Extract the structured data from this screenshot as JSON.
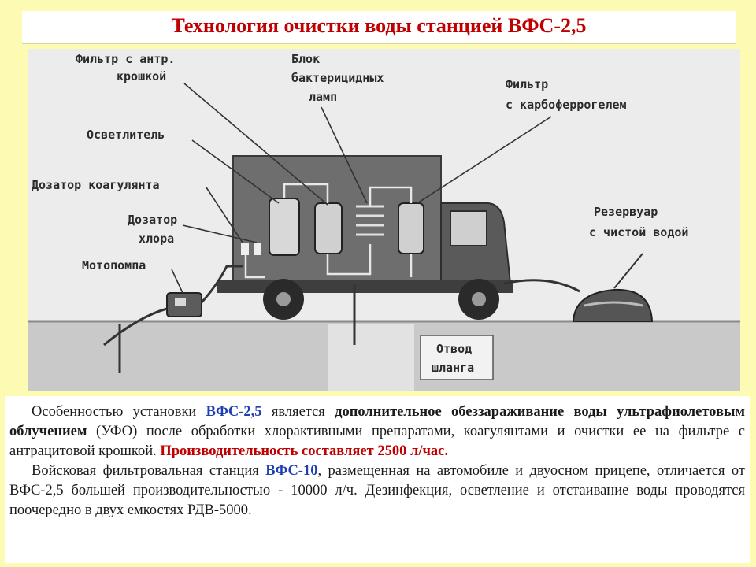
{
  "title": "Технология очистки воды станцией ВФС-2,5",
  "diagram": {
    "labels": {
      "filter_anthracite_1": "Фильтр с антр.",
      "filter_anthracite_2": "крошкой",
      "bactericidal_1": "Блок",
      "bactericidal_2": "бактерицидных",
      "bactericidal_3": "ламп",
      "carboferrogel_1": "Фильтр",
      "carboferrogel_2": "с карбоферрогелем",
      "clarifier": "Осветлитель",
      "coagulant_doser": "Дозатор коагулянта",
      "chlorine_doser_1": "Дозатор",
      "chlorine_doser_2": "хлора",
      "motor_pump": "Мотопомпа",
      "reservoir_1": "Резервуар",
      "reservoir_2": "с чистой водой",
      "hose_outlet_1": "Отвод",
      "hose_outlet_2": "шланга"
    }
  },
  "paragraph1": {
    "t1": "Особенностью установки ",
    "t2": "ВФС-2,5",
    "t3": " является ",
    "t4": "дополнительное обеззараживание воды ультрафиолетовым облучением",
    "t5": " (УФО) после обработки хлорактивными препаратами, коагулянтами и очистки ее на фильтре с антрацитовой крошкой. ",
    "t6": "Производительность составляет 2500 л/час."
  },
  "paragraph2": {
    "t1": "Войсковая фильтровальная станция ",
    "t2": "ВФС-10",
    "t3": ", размещенная на автомобиле и двуосном прицепе, отличается от ВФС-2,5 большей производительностью - 10000 л/ч. Дезинфекция, осветление и отстаивание воды проводятся поочередно в двух емкостях РДВ-5000."
  }
}
